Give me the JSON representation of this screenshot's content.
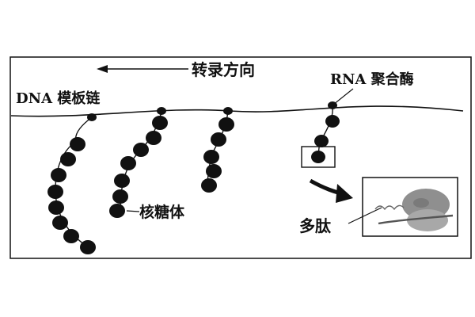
{
  "labels": {
    "direction": "转录方向",
    "dna_strand": "DNA 模板链",
    "rna_polymerase": "RNA 聚合酶",
    "ribosome": "核糖体",
    "polypeptide": "多肽"
  },
  "colors": {
    "ink": "#111111",
    "ribosome_fill": "#111111",
    "inset_blob": "#9a9a9a",
    "inset_blob_dark": "#6f6f6f",
    "inset_ribosome_light": "#b8b8b8"
  }
}
